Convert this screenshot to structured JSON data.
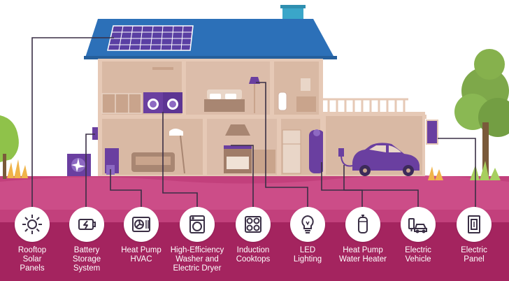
{
  "items": [
    {
      "icon": "sun-icon",
      "lines": [
        "Rooftop",
        "Solar",
        "Panels"
      ]
    },
    {
      "icon": "battery-icon",
      "lines": [
        "Battery",
        "Storage",
        "System"
      ]
    },
    {
      "icon": "fan-icon",
      "lines": [
        "Heat Pump",
        "HVAC"
      ]
    },
    {
      "icon": "washer-icon",
      "lines": [
        "High-Efficiency",
        "Washer and",
        "Electric Dryer"
      ]
    },
    {
      "icon": "cooktop-icon",
      "lines": [
        "Induction",
        "Cooktops"
      ]
    },
    {
      "icon": "lightbulb-icon",
      "lines": [
        "LED",
        "Lighting"
      ]
    },
    {
      "icon": "water-heater-icon",
      "lines": [
        "Heat Pump",
        "Water Heater"
      ]
    },
    {
      "icon": "ev-charger-icon",
      "lines": [
        "Electric",
        "Vehicle"
      ]
    },
    {
      "icon": "electric-panel-icon",
      "lines": [
        "Electric",
        "Panel"
      ]
    }
  ],
  "colors": {
    "ground": "#c13a7a",
    "band": "#a3245f",
    "purple": "#6a3fa0",
    "roof": "#2b6fb6",
    "wall": "#e8cfbf",
    "room": "#d9b8a5"
  }
}
